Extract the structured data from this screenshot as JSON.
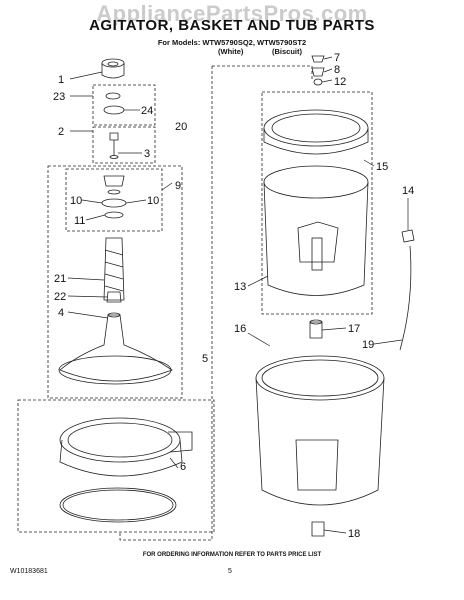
{
  "watermark": "AppliancePartsPros.com",
  "title": "AGITATOR, BASKET AND TUB PARTS",
  "models_line": "For Models: WTW5790SQ2, WTW5790ST2",
  "variants": [
    "(White)",
    "(Biscuit)"
  ],
  "callouts": [
    "1",
    "23",
    "24",
    "2",
    "3",
    "20",
    "9",
    "10",
    "10",
    "11",
    "21",
    "22",
    "4",
    "5",
    "6",
    "7",
    "8",
    "12",
    "15",
    "14",
    "13",
    "16",
    "17",
    "19",
    "18"
  ],
  "footer": {
    "ordering_info": "FOR ORDERING INFORMATION REFER TO PARTS PRICE LIST",
    "doc_number": "W10183681",
    "page_number": "5"
  }
}
